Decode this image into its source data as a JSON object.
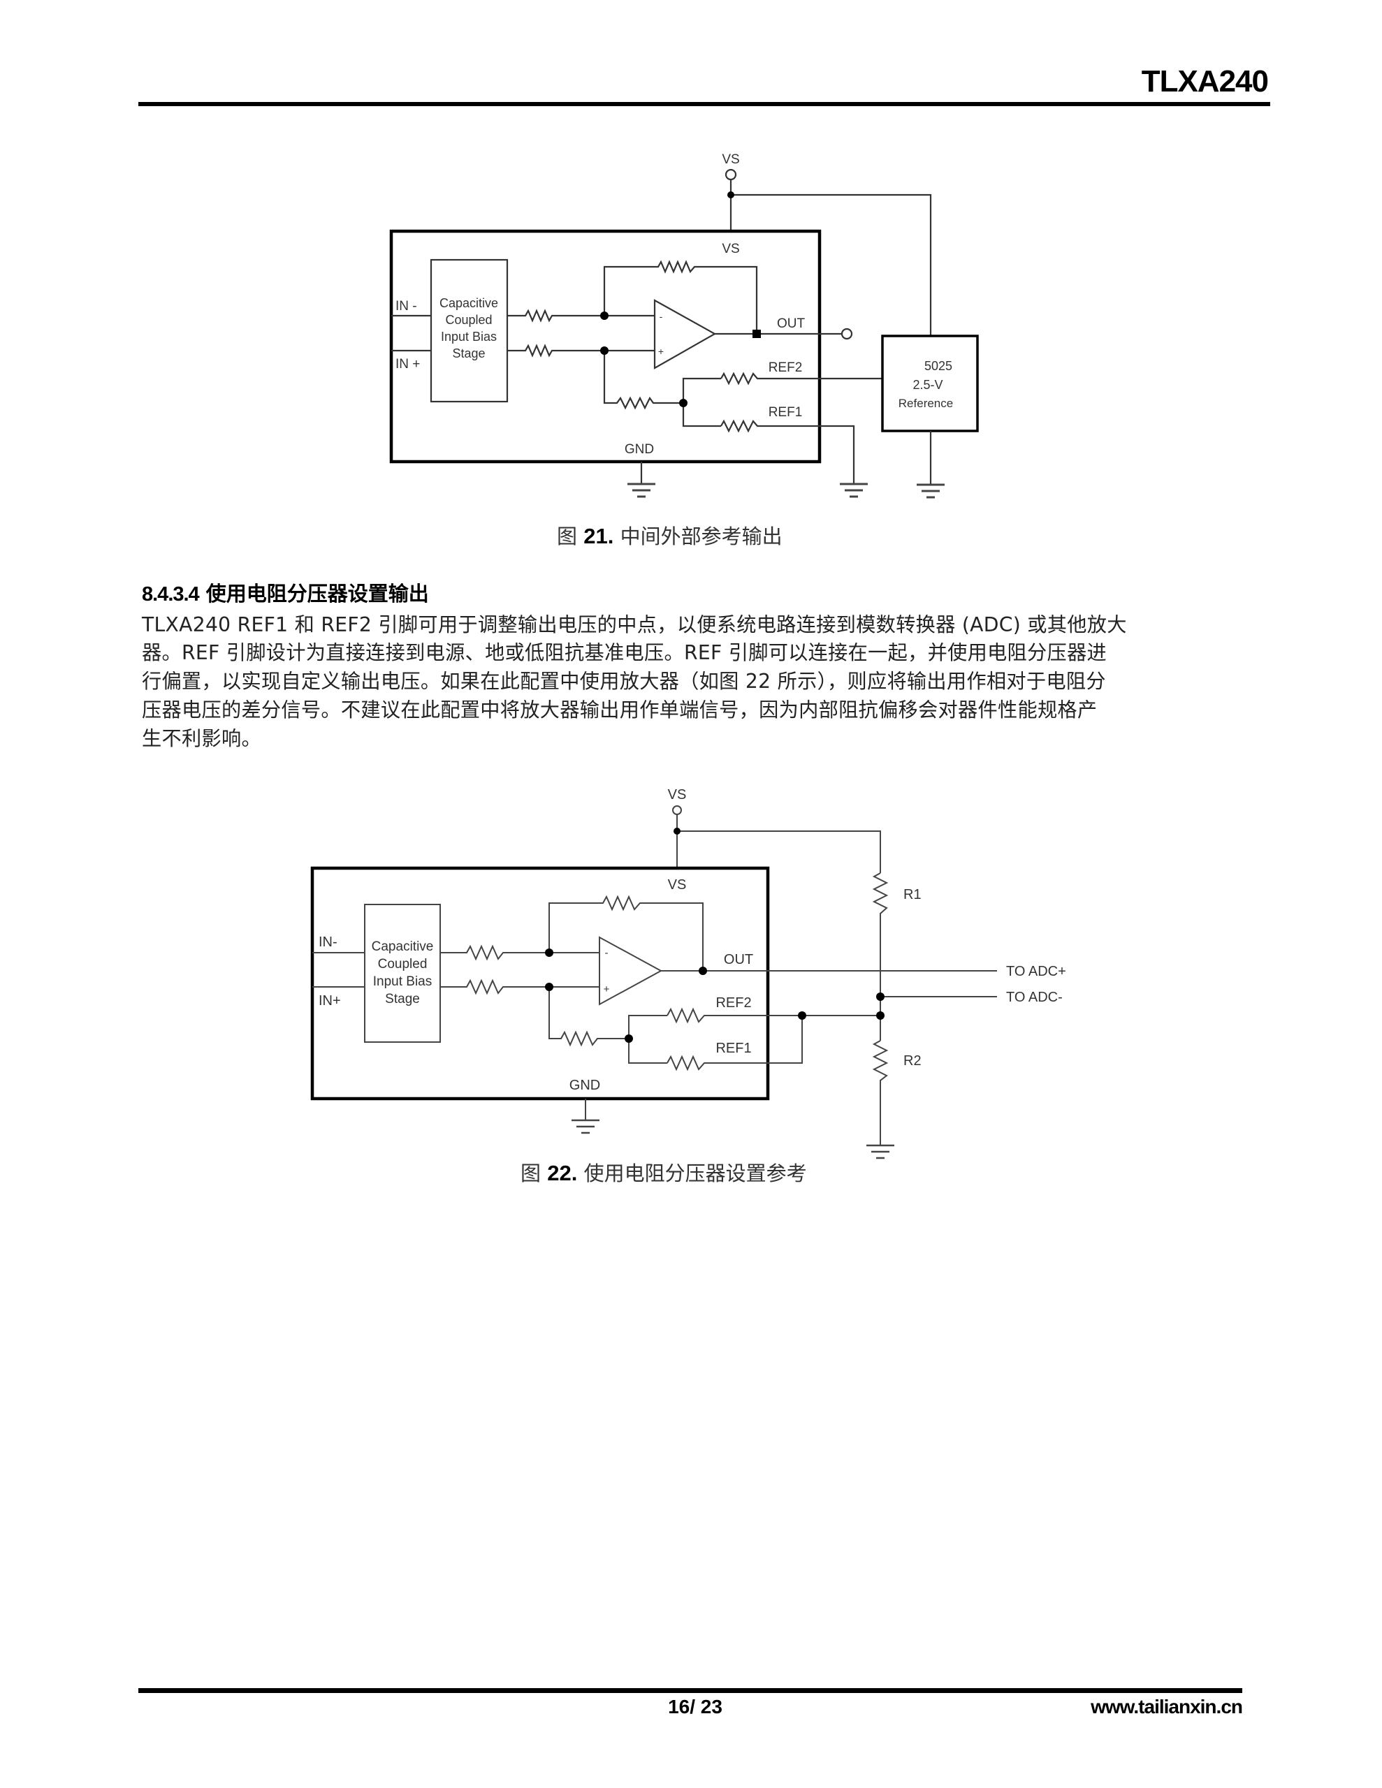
{
  "header": {
    "title": "TLXA240"
  },
  "figure21": {
    "labels": {
      "vs_top": "VS",
      "vs_inner": "VS",
      "in_minus": "IN -",
      "in_plus": "IN +",
      "stage": [
        "Capacitive",
        "Coupled",
        "Input Bias",
        "Stage"
      ],
      "out": "OUT",
      "ref2": "REF2",
      "ref1": "REF1",
      "gnd": "GND",
      "opamp_minus": "-",
      "opamp_plus": "+",
      "reference_box": [
        "5025",
        "2.5-V",
        "Reference"
      ]
    },
    "caption": {
      "prefix": "图",
      "number": "21.",
      "text": "中间外部参考输出"
    }
  },
  "section": {
    "number": "8.4.3.4",
    "title": "使用电阻分压器设置输出",
    "lines": [
      "TLXA240 REF1 和 REF2 引脚可用于调整输出电压的中点，以便系统电路连接到模数转换器 (ADC) 或其他放大",
      "器。REF 引脚设计为直接连接到电源、地或低阻抗基准电压。REF 引脚可以连接在一起，并使用电阻分压器进",
      "行偏置，以实现自定义输出电压。如果在此配置中使用放大器（如图 22 所示），则应将输出用作相对于电阻分",
      "压器电压的差分信号。不建议在此配置中将放大器输出用作单端信号，因为内部阻抗偏移会对器件性能规格产",
      "生不利影响。"
    ]
  },
  "figure22": {
    "labels": {
      "vs_top": "VS",
      "vs_inner": "VS",
      "in_minus": "IN-",
      "in_plus": "IN+",
      "stage": [
        "Capacitive",
        "Coupled",
        "Input Bias",
        "Stage"
      ],
      "out": "OUT",
      "ref2": "REF2",
      "ref1": "REF1",
      "gnd": "GND",
      "opamp_minus": "-",
      "opamp_plus": "+",
      "r1": "R1",
      "r2": "R2",
      "adc_plus": "TO ADC+",
      "adc_minus": "TO ADC-"
    },
    "caption": {
      "prefix": "图",
      "number": "22.",
      "text": "使用电阻分压器设置参考"
    }
  },
  "footer": {
    "page": "16/ 23",
    "website": "www.tailianxin.cn"
  }
}
